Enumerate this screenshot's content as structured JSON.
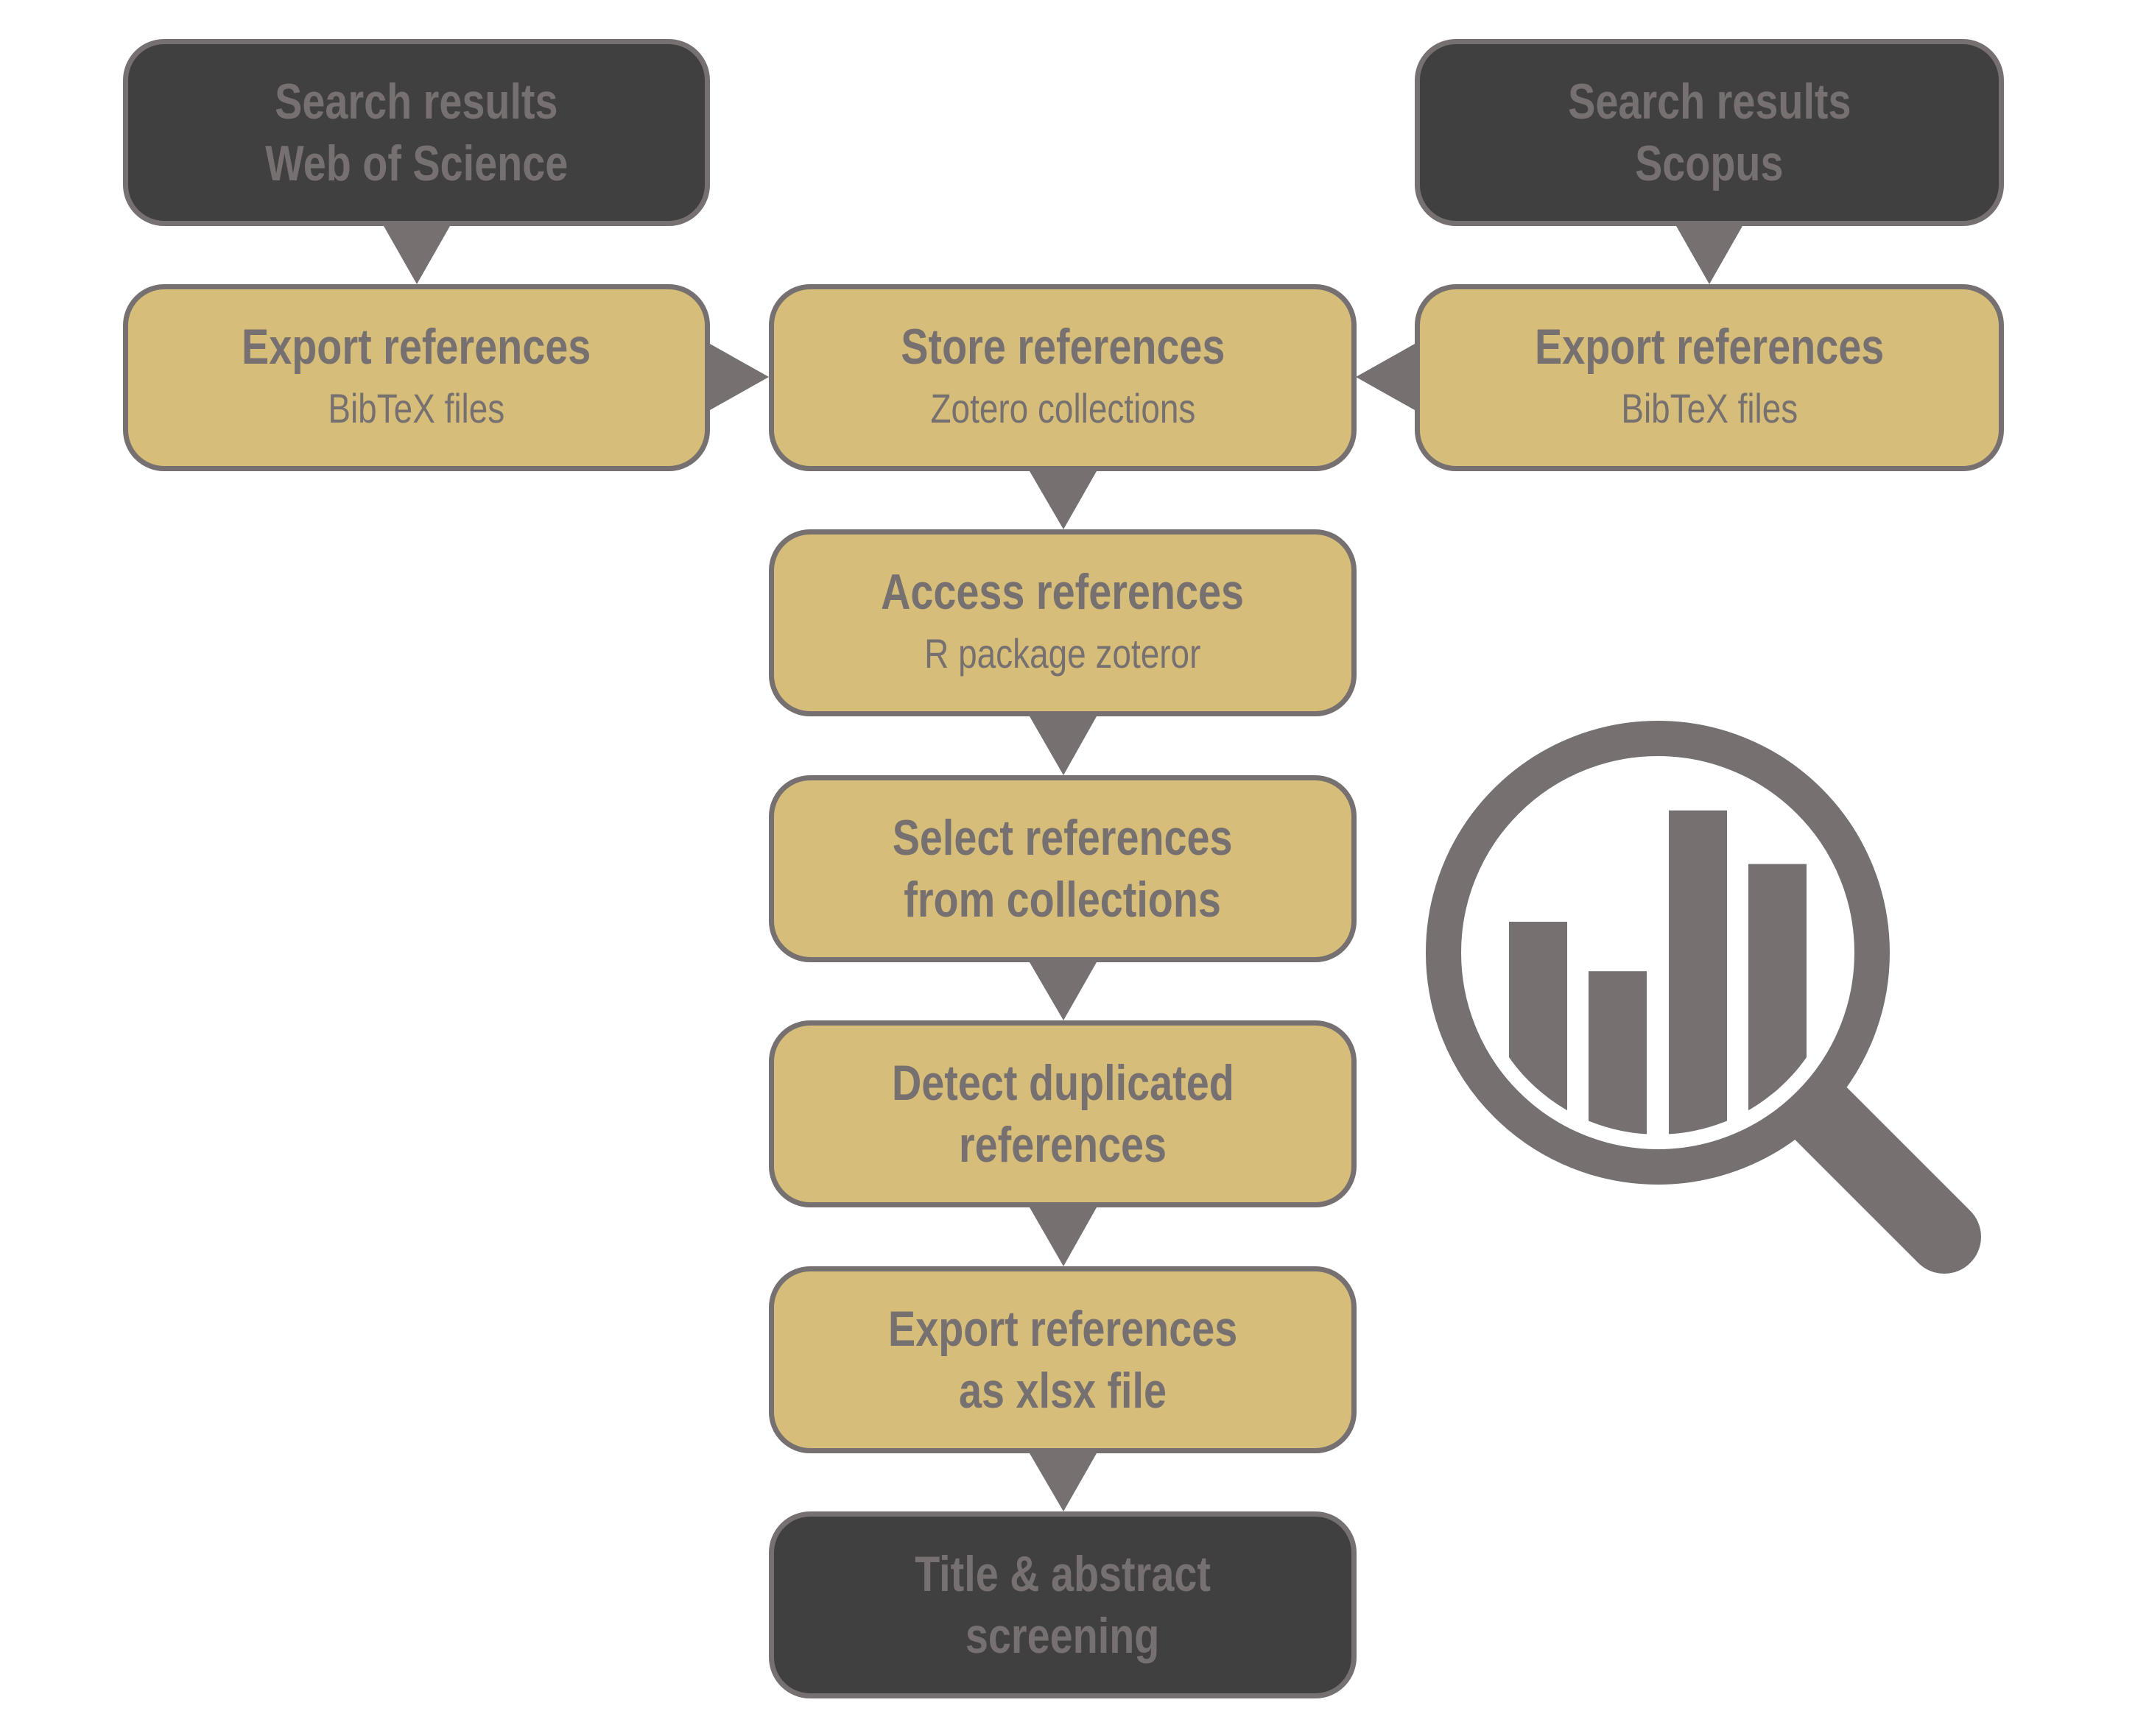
{
  "colors": {
    "step_fill": "#d6be7a",
    "terminal_fill": "#404040",
    "border": "#767070",
    "text": "#767070",
    "arrow": "#767070",
    "icon": "#767070",
    "background": "#ffffff"
  },
  "nodes": {
    "wos_search": {
      "lines": [
        "Search results",
        "Web of Science"
      ],
      "kind": "terminal"
    },
    "scopus_search": {
      "lines": [
        "Search results",
        "Scopus"
      ],
      "kind": "terminal"
    },
    "wos_export": {
      "title": "Export references",
      "subtitle": "BibTeX files",
      "kind": "step"
    },
    "store": {
      "title": "Store references",
      "subtitle": "Zotero collections",
      "kind": "step"
    },
    "scopus_export": {
      "title": "Export references",
      "subtitle": "BibTeX files",
      "kind": "step"
    },
    "access": {
      "title": "Access references",
      "subtitle": "R package zoteror",
      "kind": "step"
    },
    "select": {
      "lines": [
        "Select references",
        "from collections"
      ],
      "kind": "step"
    },
    "detect": {
      "lines": [
        "Detect duplicated",
        "references"
      ],
      "kind": "step"
    },
    "export_xlsx": {
      "lines": [
        "Export references",
        "as xlsx file"
      ],
      "kind": "step"
    },
    "screening": {
      "lines": [
        "Title & abstract",
        "screening"
      ],
      "kind": "terminal"
    }
  },
  "edges": [
    {
      "from": "wos_search",
      "to": "wos_export"
    },
    {
      "from": "scopus_search",
      "to": "scopus_export"
    },
    {
      "from": "wos_export",
      "to": "store"
    },
    {
      "from": "scopus_export",
      "to": "store"
    },
    {
      "from": "store",
      "to": "access"
    },
    {
      "from": "access",
      "to": "select"
    },
    {
      "from": "select",
      "to": "detect"
    },
    {
      "from": "detect",
      "to": "export_xlsx"
    },
    {
      "from": "export_xlsx",
      "to": "screening"
    }
  ],
  "icon": {
    "name": "magnifier-bar-chart-icon",
    "bar_heights_relative": [
      0.55,
      0.43,
      0.82,
      0.69
    ]
  }
}
